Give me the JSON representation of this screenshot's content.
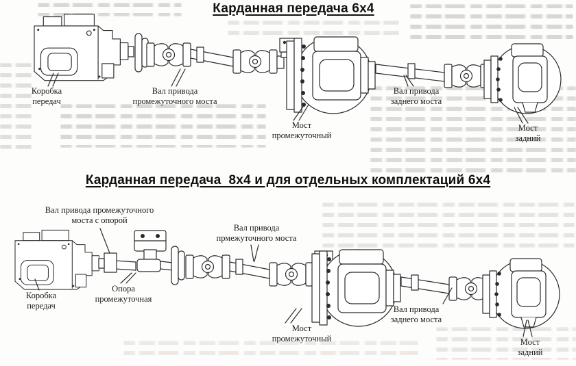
{
  "diagram_6x4": {
    "title": "Карданная передача 6х4",
    "labels": {
      "gearbox": "Коробка\nпередач",
      "intermediate_axle_drive_shaft": "Вал привода\nпромежуточного моста",
      "intermediate_axle": "Мост\nпромежуточный",
      "rear_axle_drive_shaft": "Вал привода\nзаднего моста",
      "rear_axle": "Мост\nзадний"
    }
  },
  "diagram_8x4": {
    "title": "Карданная передача  8х4 и для отдельных комплектаций 6х4",
    "labels": {
      "intermediate_axle_drive_shaft_with_support": "Вал привода промежуточного\nмоста с опорой",
      "gearbox": "Коробка\nпередач",
      "intermediate_support": "Опора\nпромежуточная",
      "intermediate_axle_drive_shaft": "Вал привода\nпрмежуточного моста",
      "intermediate_axle": "Мост\nпромежуточный",
      "rear_axle_drive_shaft": "Вал привода\nзаднего моста",
      "rear_axle": "Мост\nзадний"
    }
  }
}
